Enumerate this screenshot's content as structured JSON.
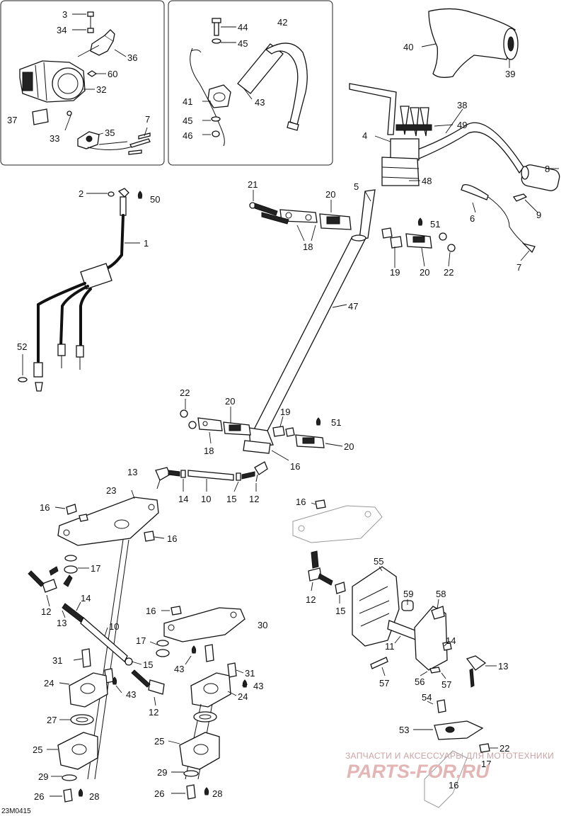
{
  "diagram_code": "23M0415",
  "watermark": {
    "line1": "ЗАПЧАСТИ И АКСЕССУАРЫ ДЛЯ МОТОТЕХНИКИ",
    "line2": "PARTS-FOR.RU"
  },
  "inset_left_labels": [
    "3",
    "34",
    "36",
    "60",
    "32",
    "37",
    "33",
    "35",
    "7"
  ],
  "inset_middle_labels": [
    "42",
    "44",
    "45",
    "43",
    "41",
    "45",
    "46"
  ],
  "handle_labels": [
    "40",
    "39"
  ],
  "cable_labels": [
    "2",
    "50",
    "1",
    "52"
  ],
  "handlebar_labels": [
    "38",
    "4",
    "49",
    "48",
    "8",
    "5",
    "6",
    "9",
    "7"
  ],
  "upper_linkage_labels": [
    "21",
    "20",
    "18",
    "51",
    "19",
    "20",
    "22"
  ],
  "column_labels": [
    "47"
  ],
  "lower_linkage_labels": [
    "22",
    "20",
    "19",
    "51",
    "18",
    "20",
    "16"
  ],
  "tie_rod_labels": [
    "13",
    "14",
    "10",
    "15",
    "12"
  ],
  "left_assembly_labels": [
    "23",
    "16",
    "16",
    "17",
    "12",
    "13",
    "14",
    "10",
    "31",
    "15",
    "43",
    "24",
    "12",
    "27",
    "25",
    "29",
    "26",
    "28"
  ],
  "middle_assembly_labels": [
    "16",
    "30",
    "17",
    "43",
    "31",
    "43",
    "24",
    "25",
    "29",
    "26",
    "28"
  ],
  "right_assembly_labels": [
    "16",
    "55",
    "12",
    "15",
    "59",
    "58",
    "11",
    "14",
    "13",
    "57",
    "56",
    "57",
    "54",
    "53",
    "22",
    "17",
    "16"
  ]
}
